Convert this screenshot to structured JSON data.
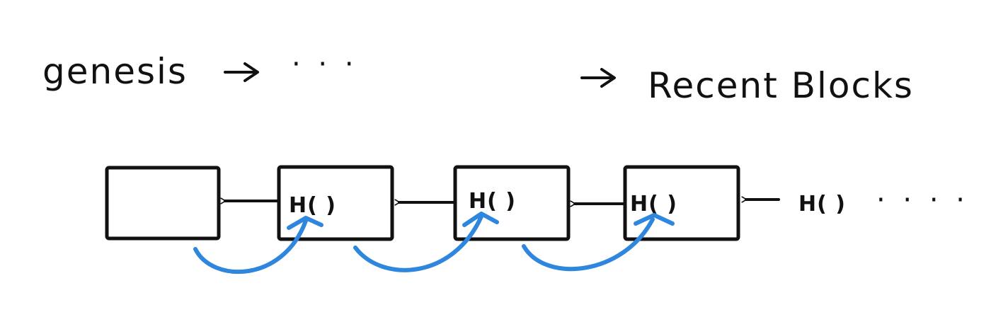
{
  "caption": {
    "start_label": "genesis",
    "start_dots": "· · ·",
    "end_label": "Recent Blocks"
  },
  "blocks": [
    {
      "label": ""
    },
    {
      "label": "H( )"
    },
    {
      "label": "H( )"
    },
    {
      "label": "H( )"
    }
  ],
  "trailing": {
    "label": "H( )",
    "dots": "· · · ·"
  },
  "colors": {
    "ink": "#111111",
    "hash_link": "#2e86de"
  }
}
